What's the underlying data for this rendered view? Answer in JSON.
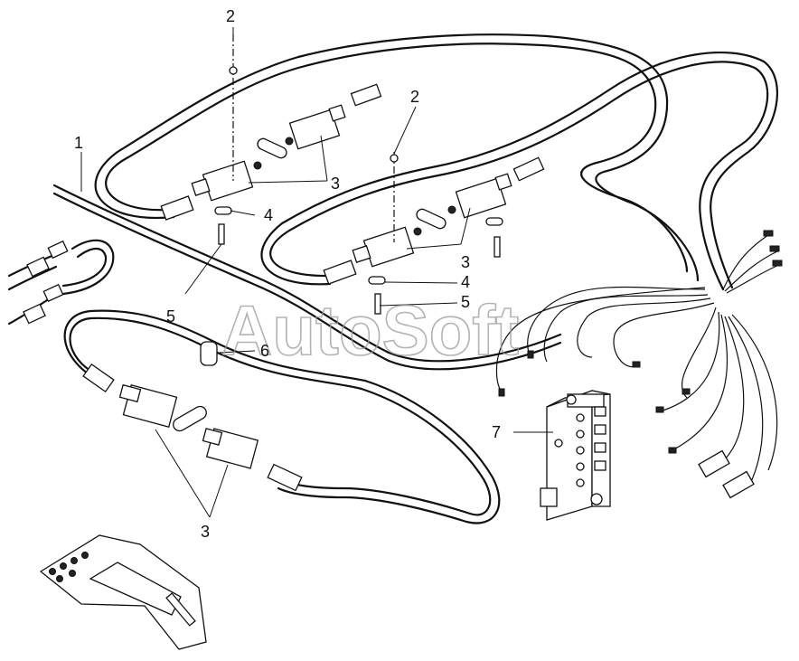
{
  "watermark": "AutoSoft",
  "callouts": {
    "c1": "1",
    "c2a": "2",
    "c2b": "2",
    "c3a": "3",
    "c3b": "3",
    "c3c": "3",
    "c4a": "4",
    "c4b": "4",
    "c5a": "5",
    "c5b": "5",
    "c6": "6",
    "c7": "7"
  }
}
